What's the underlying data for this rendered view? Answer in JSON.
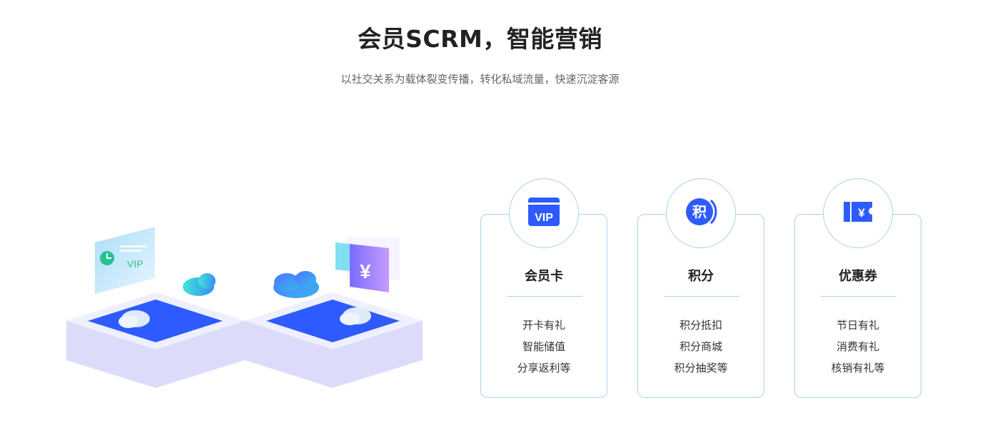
{
  "header": {
    "title": "会员SCRM，智能营销",
    "subtitle": "以社交关系为载体裂变传播，转化私域流量，快速沉淀客源"
  },
  "illustration": {
    "vip_card_text": "VIP",
    "coupon_symbol": "¥"
  },
  "colors": {
    "accent": "#2d5bff",
    "border": "#a9d3ef",
    "platform": "#dcdcfa",
    "cloud": "#3a8cf0"
  },
  "features": [
    {
      "icon": "vip-card-icon",
      "icon_text": "VIP",
      "title": "会员卡",
      "items": [
        "开卡有礼",
        "智能储值",
        "分享返利等"
      ]
    },
    {
      "icon": "points-icon",
      "icon_text": "积",
      "title": "积分",
      "items": [
        "积分抵扣",
        "积分商城",
        "积分抽奖等"
      ]
    },
    {
      "icon": "coupon-icon",
      "icon_text": "¥",
      "title": "优惠券",
      "items": [
        "节日有礼",
        "消费有礼",
        "核销有礼等"
      ]
    }
  ]
}
